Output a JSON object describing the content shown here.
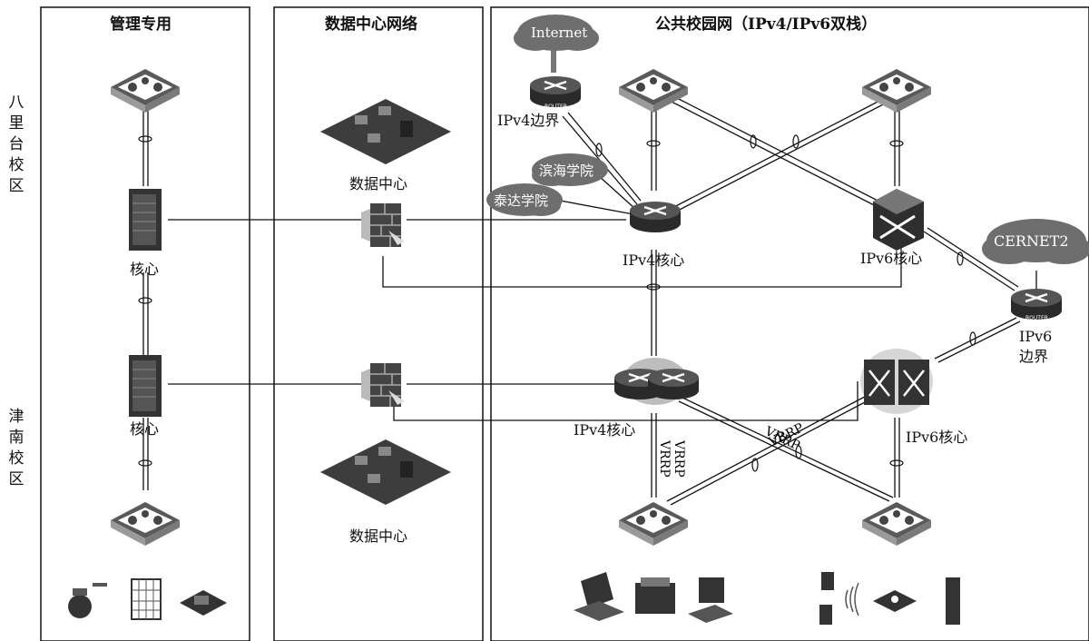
{
  "columns": {
    "management": "管理专用",
    "datacenter_network": "数据中心网络",
    "campus_network": "公共校园网（IPv4/IPv6双栈）"
  },
  "campuses": {
    "balitai": [
      "八",
      "里",
      "台",
      "校",
      "区"
    ],
    "jinnan": [
      "津",
      "南",
      "校",
      "区"
    ]
  },
  "labels": {
    "core_top": "核心",
    "core_bottom": "核心",
    "datacenter_top": "数据中心",
    "datacenter_bottom": "数据中心",
    "ipv4_border": "IPv4边界",
    "ipv4_core_top": "IPv4核心",
    "ipv6_core_top": "IPv6核心",
    "ipv4_core_bottom": "IPv4核心",
    "ipv6_core_bottom": "IPv6核心",
    "ipv6_border_line1": "IPv6",
    "ipv6_border_line2": "边界",
    "vrrp_1": "VRRP",
    "vrrp_2": "VRRP",
    "vrrp_3": "VRRP",
    "vrrp_4": "VRRP"
  },
  "clouds": {
    "internet": "Internet",
    "cernet2": "CERNET2",
    "binhai": "滨海学院",
    "taida": "泰达学院"
  },
  "router_text": "ROUTER",
  "colors": {
    "device_dark": "#3a3a3a",
    "device_light": "#cfcfcf",
    "cloud": "#6e6e6e",
    "line": "#111111"
  }
}
